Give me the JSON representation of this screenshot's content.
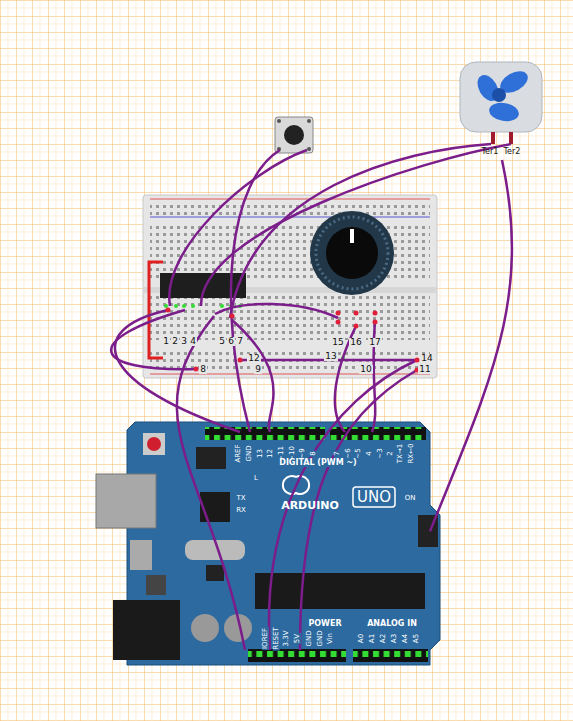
{
  "diagram": {
    "nodes": [
      {
        "text": [
          "ARDUINO",
          "UNO"
        ]
      },
      {
        "text": [
          "Ter1",
          "Ter2"
        ]
      }
    ],
    "edges": [
      {
        "from": 1,
        "to": 0,
        "arrow": "none"
      }
    ],
    "labels": [
      "1",
      "2",
      "3",
      "4",
      "5",
      "6",
      "7",
      "8",
      "9",
      "10",
      "11",
      "12",
      "13",
      "14",
      "15",
      "16",
      "17",
      "AREF",
      "GND",
      "13",
      "12",
      "~11",
      "~10",
      "~9",
      "8",
      "7",
      "~6",
      "~5",
      "4",
      "~3",
      "2",
      "TX→1",
      "RX←0",
      "DIGITAL (PWM ~)",
      "L",
      "TX",
      "RX",
      "ON",
      "POWER",
      "IOREF",
      "RESET",
      "3.3V",
      "5V",
      "GND",
      "GND",
      "Vin",
      "ANALOG IN",
      "A0",
      "A1",
      "A2",
      "A3",
      "A4",
      "A5"
    ]
  }
}
